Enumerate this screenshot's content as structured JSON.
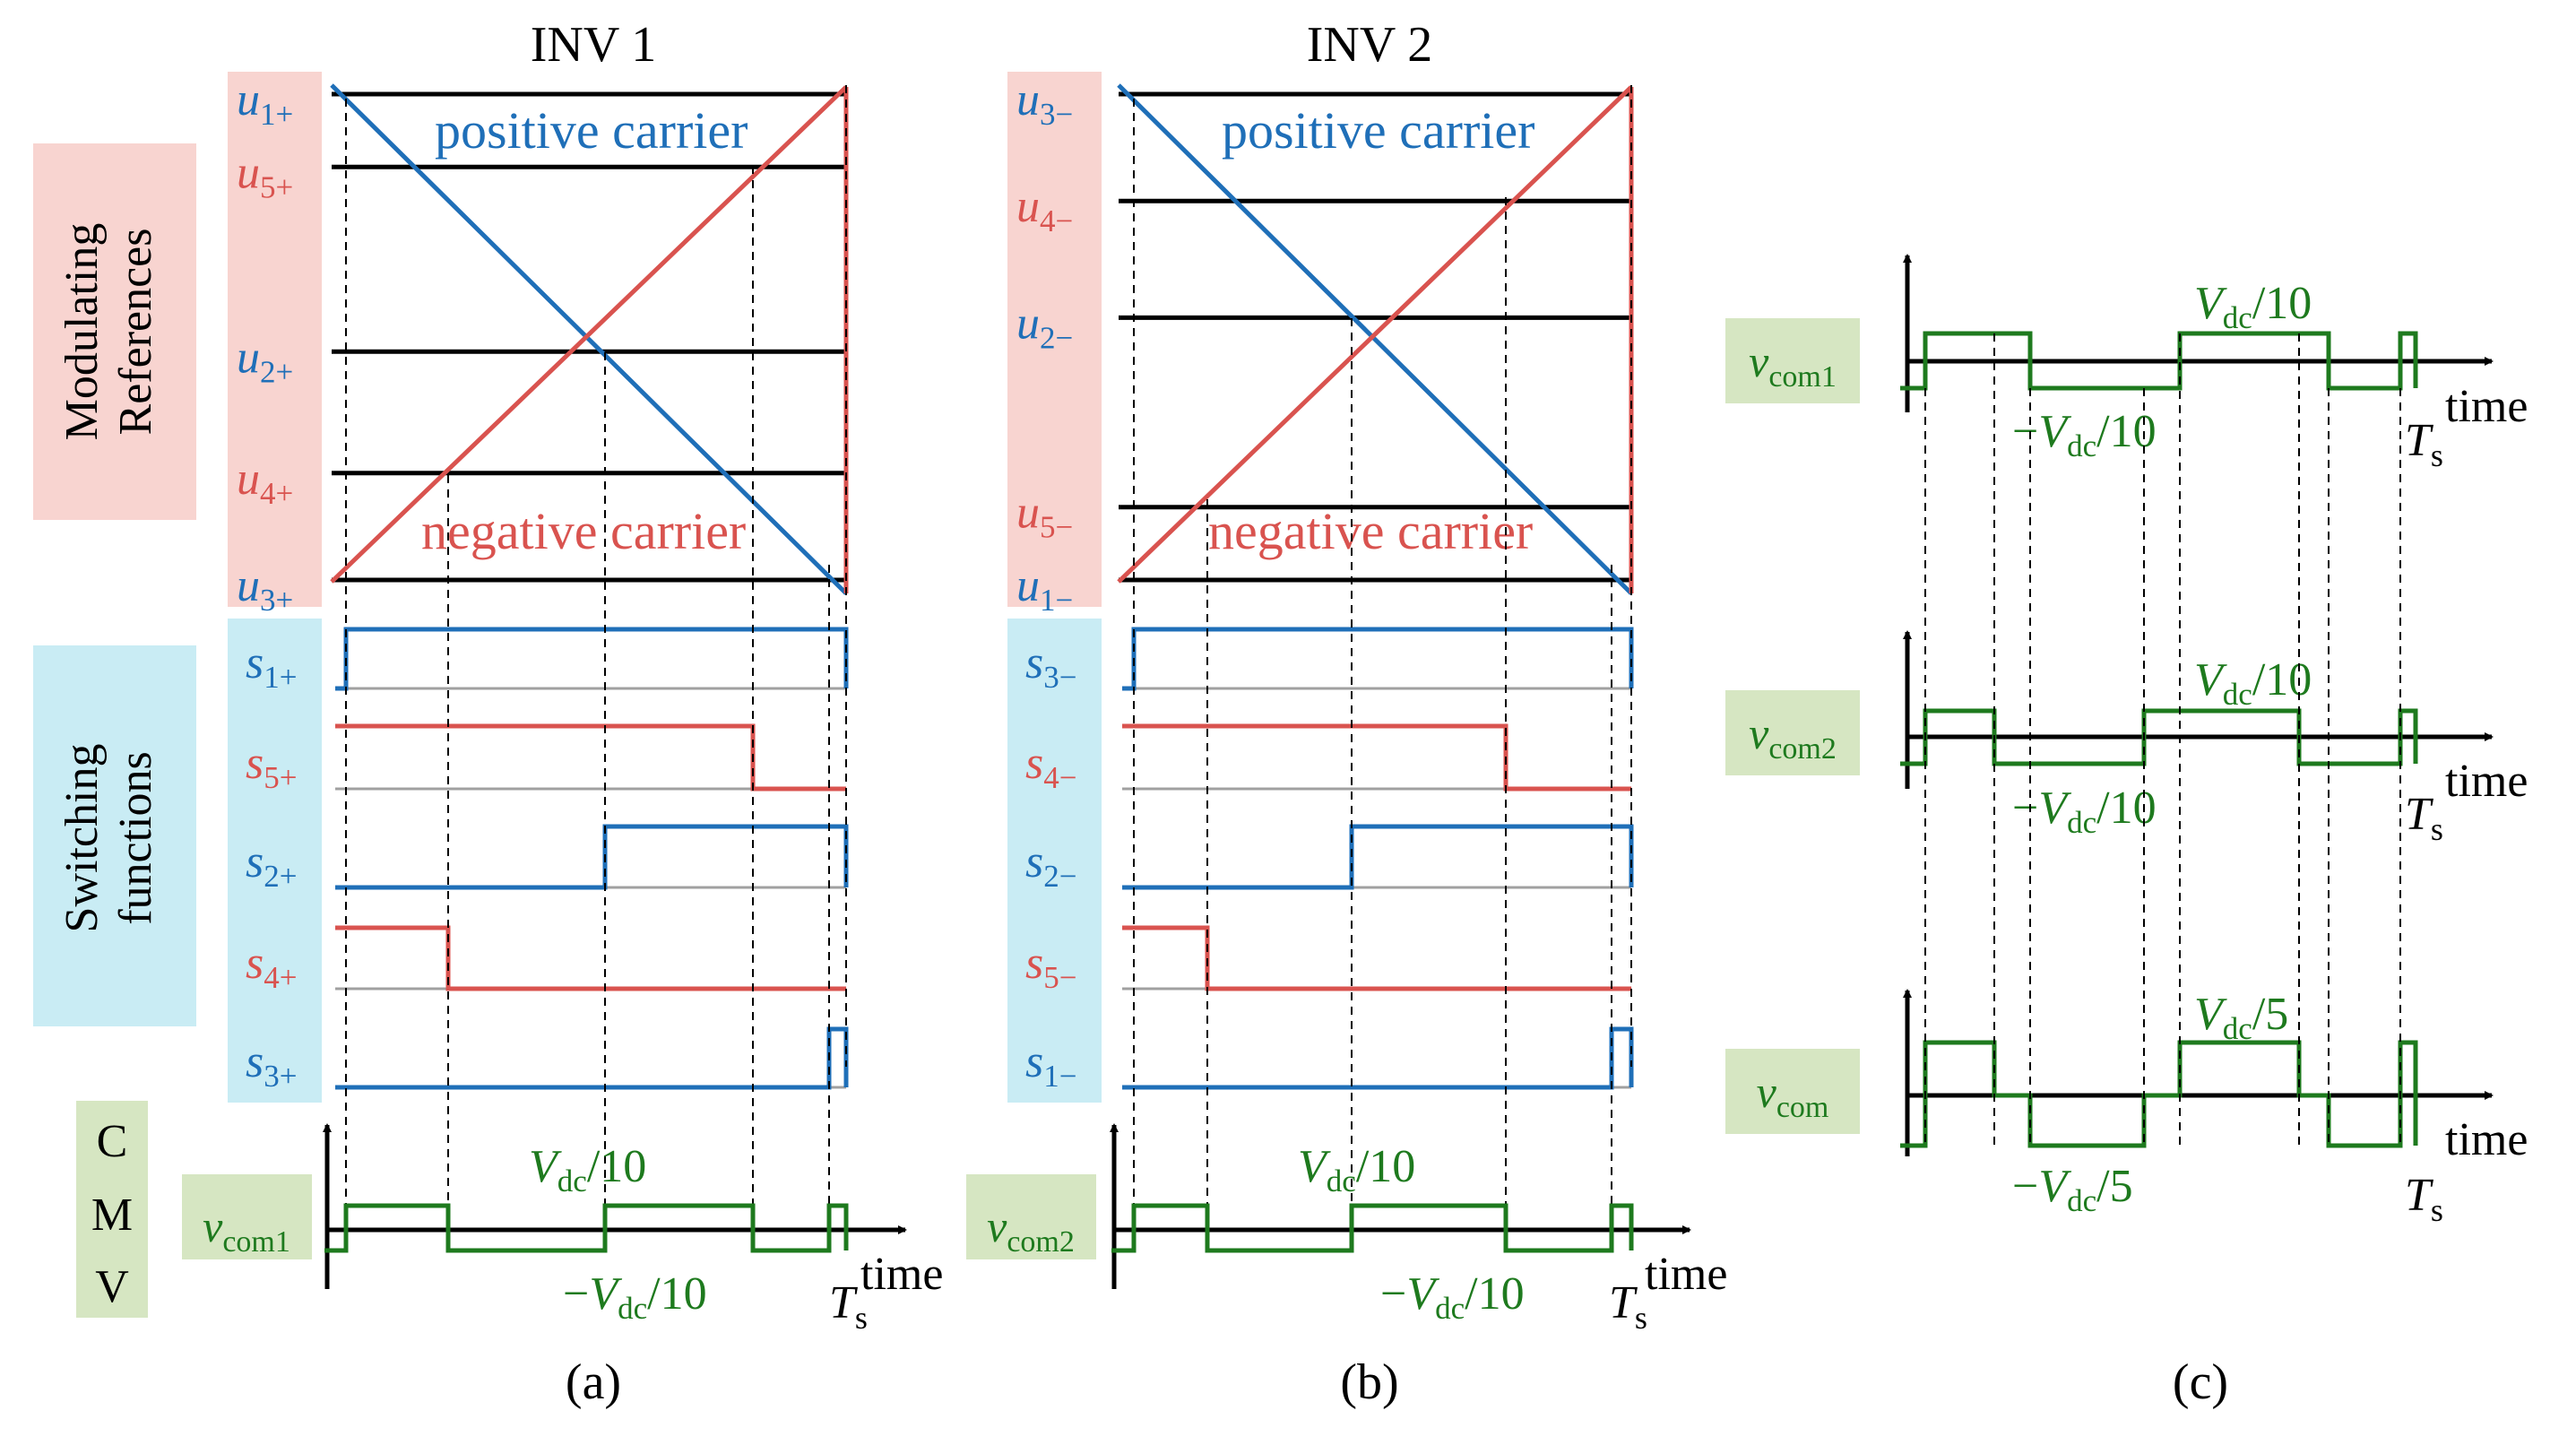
{
  "colors": {
    "blue": "#1f6fb8",
    "red": "#d9534f",
    "green": "#1e7a1e",
    "black": "#000000",
    "gray": "#a0a0a0",
    "label_bg_red": "#f8d4d0",
    "label_bg_blue": "#c9ecf4",
    "label_bg_green": "#d6e6c2"
  },
  "side_labels": {
    "modulating_line1": "Modulating",
    "modulating_line2": "References",
    "switching_line1": "Switching",
    "switching_line2": "functions",
    "cmv_c": "C",
    "cmv_m": "M",
    "cmv_v": "V"
  },
  "carriers": {
    "positive": "positive carrier",
    "negative": "negative carrier"
  },
  "axis": {
    "time": "time",
    "ts_main": "T",
    "ts_sub": "s"
  },
  "panel_a": {
    "title": "INV 1",
    "caption": "(a)",
    "refs": [
      {
        "main": "u",
        "sub": "1+",
        "color": "blue",
        "level": 1.0
      },
      {
        "main": "u",
        "sub": "5+",
        "color": "red",
        "level": 0.85
      },
      {
        "main": "u",
        "sub": "2+",
        "color": "blue",
        "level": 0.47
      },
      {
        "main": "u",
        "sub": "4+",
        "color": "red",
        "level": 0.22
      },
      {
        "main": "u",
        "sub": "3+",
        "color": "blue",
        "level": 0.0
      }
    ],
    "switches": [
      {
        "main": "s",
        "sub": "1+",
        "color": "blue"
      },
      {
        "main": "s",
        "sub": "5+",
        "color": "red"
      },
      {
        "main": "s",
        "sub": "2+",
        "color": "blue"
      },
      {
        "main": "s",
        "sub": "4+",
        "color": "red"
      },
      {
        "main": "s",
        "sub": "3+",
        "color": "blue"
      }
    ],
    "cmv_label_main": "v",
    "cmv_label_sub": "com1",
    "level_pos": {
      "main": "V",
      "sub": "dc",
      "tail": "/10"
    },
    "level_neg": {
      "sign": "−",
      "main": "V",
      "sub": "dc",
      "tail": "/10"
    }
  },
  "panel_b": {
    "title": "INV 2",
    "caption": "(b)",
    "refs": [
      {
        "main": "u",
        "sub": "3−",
        "color": "blue",
        "level": 1.0
      },
      {
        "main": "u",
        "sub": "4−",
        "color": "red",
        "level": 0.78
      },
      {
        "main": "u",
        "sub": "2−",
        "color": "blue",
        "level": 0.54
      },
      {
        "main": "u",
        "sub": "5−",
        "color": "red",
        "level": 0.15
      },
      {
        "main": "u",
        "sub": "1−",
        "color": "blue",
        "level": 0.0
      }
    ],
    "switches": [
      {
        "main": "s",
        "sub": "3−",
        "color": "blue"
      },
      {
        "main": "s",
        "sub": "4−",
        "color": "red"
      },
      {
        "main": "s",
        "sub": "2−",
        "color": "blue"
      },
      {
        "main": "s",
        "sub": "5−",
        "color": "red"
      },
      {
        "main": "s",
        "sub": "1−",
        "color": "blue"
      }
    ],
    "cmv_label_main": "v",
    "cmv_label_sub": "com2",
    "level_pos": {
      "main": "V",
      "sub": "dc",
      "tail": "/10"
    },
    "level_neg": {
      "sign": "−",
      "main": "V",
      "sub": "dc",
      "tail": "/10"
    }
  },
  "panel_c": {
    "caption": "(c)",
    "rows": [
      {
        "label_main": "v",
        "label_sub": "com1",
        "pos": {
          "main": "V",
          "sub": "dc",
          "tail": "/10"
        },
        "neg": {
          "sign": "−",
          "main": "V",
          "sub": "dc",
          "tail": "/10"
        }
      },
      {
        "label_main": "v",
        "label_sub": "com2",
        "pos": {
          "main": "V",
          "sub": "dc",
          "tail": "/10"
        },
        "neg": {
          "sign": "−",
          "main": "V",
          "sub": "dc",
          "tail": "/10"
        }
      },
      {
        "label_main": "v",
        "label_sub": "com",
        "pos": {
          "main": "V",
          "sub": "dc",
          "tail": "/5"
        },
        "neg": {
          "sign": "−",
          "main": "V",
          "sub": "dc",
          "tail": "/5"
        }
      }
    ]
  }
}
